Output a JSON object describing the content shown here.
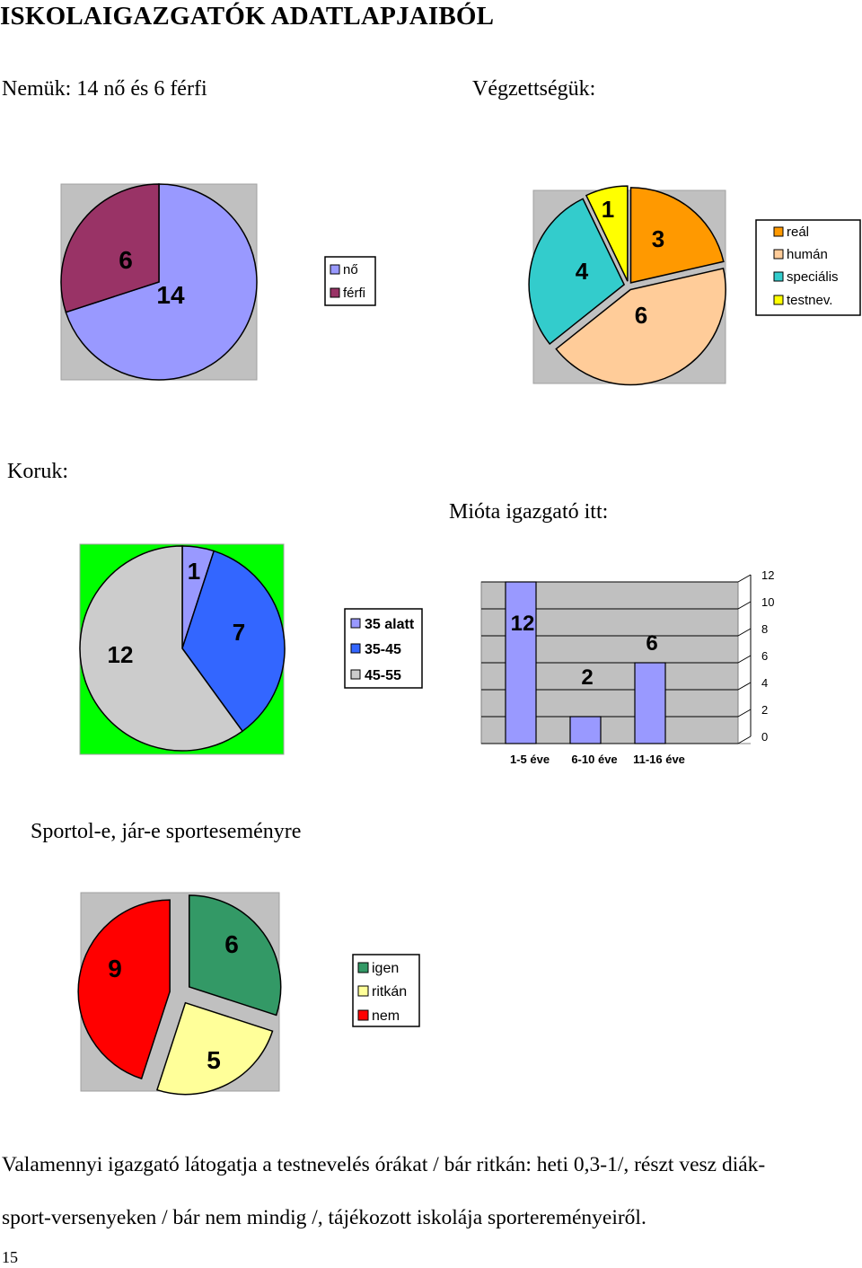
{
  "title": "ISKOLAIGAZGATÓK  ADATLAPJAIBÓL",
  "captions": {
    "gender": "Nemük: 14 nő és 6 férfi",
    "education": "Végzettségük:",
    "age": "Koruk:",
    "tenure": "Mióta igazgató itt:",
    "sport": "Sportol-e, jár-e sporteseményre"
  },
  "paragraph": {
    "line1": "Valamennyi igazgató látogatja a testnevelés órákat / bár ritkán: heti 0,3-1/, részt vesz diák-",
    "line2": "sport-versenyeken / bár nem mindig /,  tájékozott iskolája sportereményeiről."
  },
  "page_number": "15",
  "colors": {
    "no": "#9999ff",
    "ferfi": "#993366",
    "real": "#ff9900",
    "human": "#ffcc99",
    "specialis": "#33cccc",
    "testnev": "#ffff00",
    "age1": "#9999ff",
    "age2": "#3366ff",
    "age3": "#cccccc",
    "age_bg": "#00ff00",
    "bar": "#9999ff",
    "plot_bg": "#c0c0c0",
    "igen": "#339966",
    "ritkan": "#ffff99",
    "nem": "#ff0000"
  },
  "chart_data": [
    {
      "type": "pie",
      "categories": [
        "nő",
        "férfi"
      ],
      "values": [
        14,
        6
      ],
      "labels": [
        "14",
        "6"
      ]
    },
    {
      "type": "pie",
      "categories": [
        "reál",
        "humán",
        "speciális",
        "testnev."
      ],
      "values": [
        3,
        6,
        4,
        1
      ],
      "labels": [
        "3",
        "6",
        "4",
        "1"
      ]
    },
    {
      "type": "pie",
      "categories": [
        "35 alatt",
        "35-45",
        "45-55"
      ],
      "values": [
        1,
        7,
        12
      ],
      "labels": [
        "1",
        "7",
        "12"
      ]
    },
    {
      "type": "bar",
      "categories": [
        "1-5 éve",
        "6-10 éve",
        "11-16 éve"
      ],
      "values": [
        12,
        2,
        6
      ],
      "labels": [
        "12",
        "2",
        "6"
      ],
      "ylim": [
        0,
        12
      ],
      "yticks": [
        "0",
        "2",
        "4",
        "6",
        "8",
        "10",
        "12"
      ]
    },
    {
      "type": "pie",
      "categories": [
        "igen",
        "ritkán",
        "nem"
      ],
      "values": [
        6,
        5,
        9
      ],
      "labels": [
        "6",
        "5",
        "9"
      ]
    }
  ]
}
